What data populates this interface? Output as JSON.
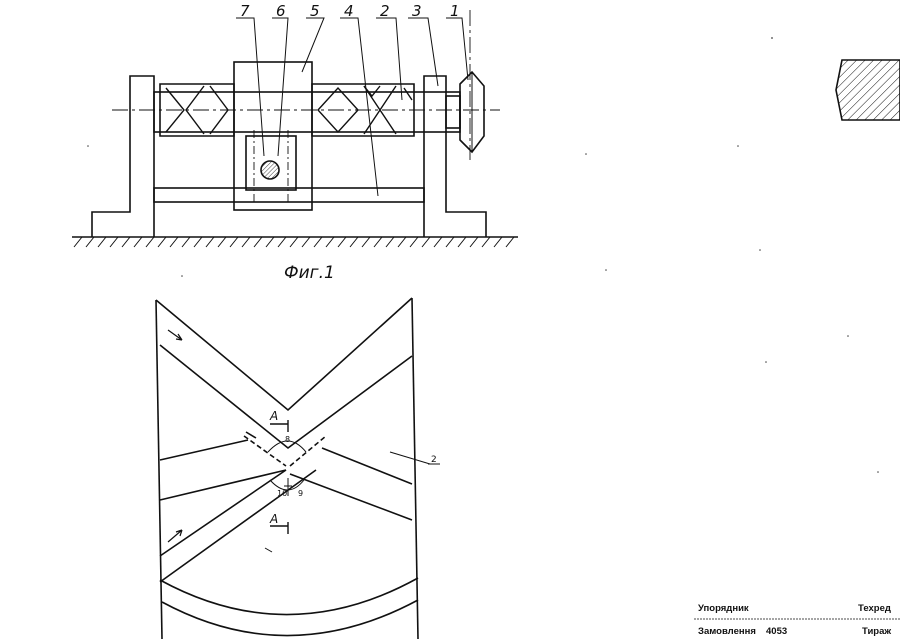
{
  "figure1": {
    "caption": "Фиг.1",
    "part_labels": [
      "7",
      "6",
      "5",
      "4",
      "2",
      "3",
      "1"
    ]
  },
  "figure2": {
    "part_label": "2",
    "section_label_top": "A",
    "section_label_bottom": "A",
    "angle_labels": [
      "8",
      "10",
      "9"
    ]
  },
  "footer": {
    "compiler_label": "Упорядник",
    "techred_label": "Техред",
    "order_label": "Замовлення",
    "order_number": "4053",
    "print_run_label": "Тираж"
  }
}
